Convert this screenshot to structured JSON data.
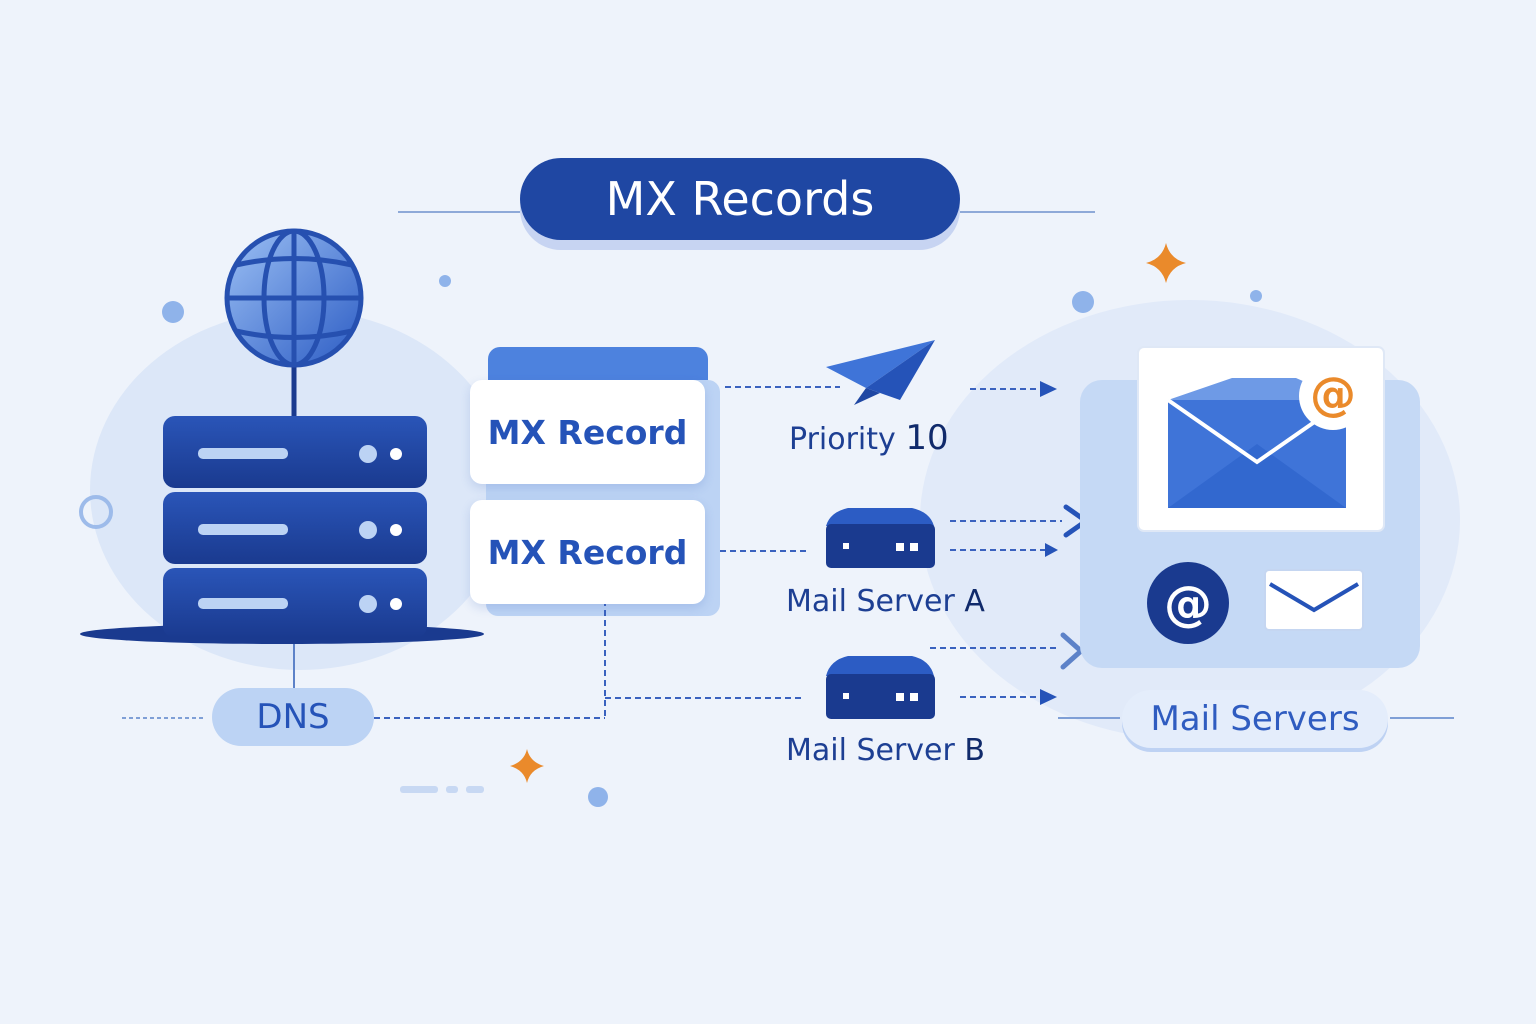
{
  "title": "MX Records",
  "mx_records": [
    {
      "label": "MX Record"
    },
    {
      "label": "MX Record"
    }
  ],
  "priority": {
    "prefix": "Priority",
    "value": "10"
  },
  "servers": [
    {
      "prefix": "Mail Server",
      "id": "A"
    },
    {
      "prefix": "Mail Server",
      "id": "B"
    }
  ],
  "dns_label": "DNS",
  "mail_servers_label": "Mail Servers",
  "icons": [
    "globe-icon",
    "server-rack-icon",
    "paper-plane-icon",
    "mail-server-a-icon",
    "mail-server-b-icon",
    "envelope-icon",
    "at-sign-icon",
    "sparkle-icon"
  ],
  "colors": {
    "background": "#eef3fb",
    "primary": "#1f47a3",
    "accent_blue": "#3f74d8",
    "light_blue": "#bcd3f4",
    "accent_orange": "#ea8a2b"
  }
}
